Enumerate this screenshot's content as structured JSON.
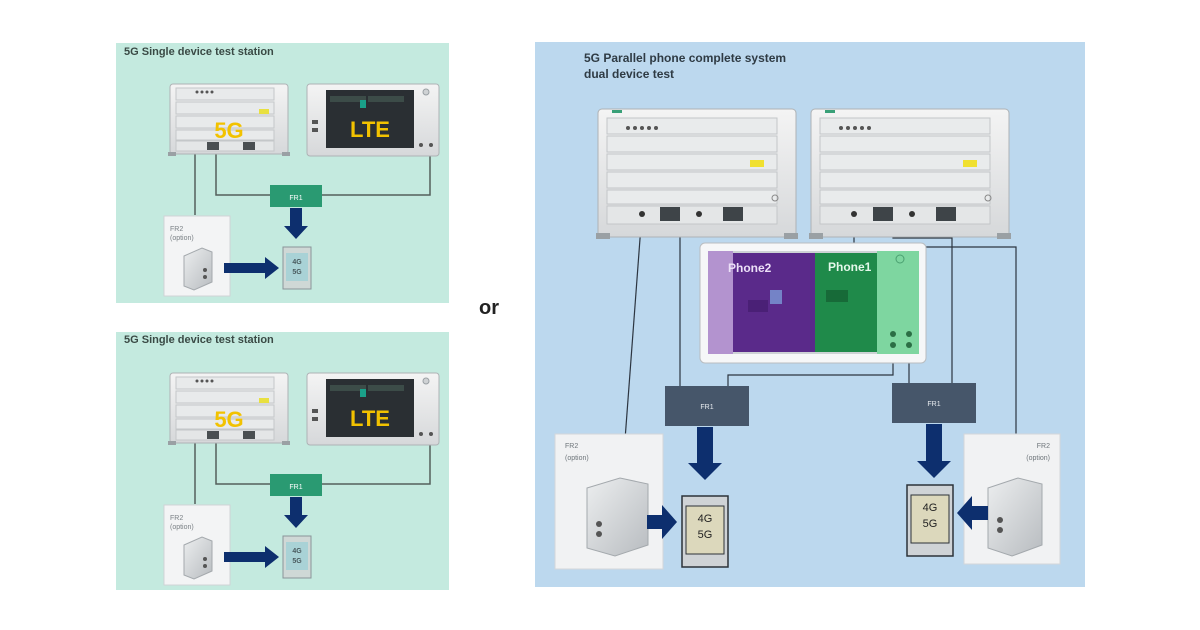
{
  "or_label": "or",
  "left_panels": [
    {
      "title": "5G Single device test station",
      "tester_5g_label": "5G",
      "tester_lte_label": "LTE",
      "fr1_label": "FR1",
      "fr2_label": "FR2",
      "fr2_option": "(option)",
      "device_lines": [
        "4G",
        "5G"
      ]
    },
    {
      "title": "5G Single device test station",
      "tester_5g_label": "5G",
      "tester_lte_label": "LTE",
      "fr1_label": "FR1",
      "fr2_label": "FR2",
      "fr2_option": "(option)",
      "device_lines": [
        "4G",
        "5G"
      ]
    }
  ],
  "right_panel": {
    "title_line1": "5G Parallel phone complete system",
    "title_line2": "dual device test",
    "phone2_label": "Phone2",
    "phone1_label": "Phone1",
    "fr1_left_label": "FR1",
    "fr1_right_label": "FR1",
    "fr2_left_label": "FR2",
    "fr2_left_option": "(option)",
    "fr2_right_label": "FR2",
    "fr2_right_option": "(option)",
    "device_left_lines": [
      "4G",
      "5G"
    ],
    "device_right_lines": [
      "4G",
      "5G"
    ]
  },
  "colors": {
    "panel_green": "#c4eadf",
    "panel_blue": "#bcd8ee",
    "fr1_green": "#2a9a72",
    "fr1_slate": "#46566a",
    "arrow_navy": "#0d2f6e",
    "label_yellow": "#f2c200",
    "phone2_purple": "#5a2a8a",
    "phone1_green": "#1f8a4a"
  }
}
